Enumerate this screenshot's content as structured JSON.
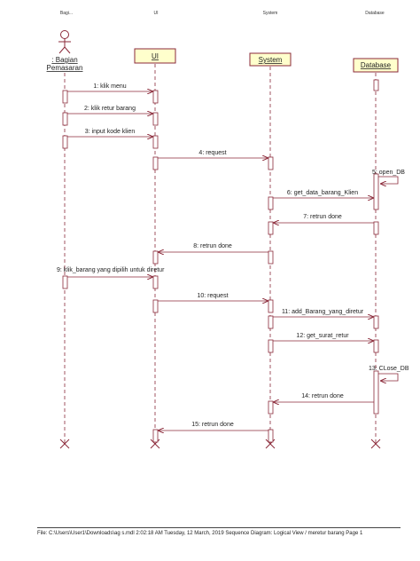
{
  "header_labels": [
    "Bagi...",
    "UI",
    "System",
    "Database"
  ],
  "participants": [
    {
      "id": "actor",
      "kind": "actor",
      "label_lines": [
        ": Bagian",
        "Pemasaran"
      ]
    },
    {
      "id": "ui",
      "kind": "boundary",
      "label": "UI"
    },
    {
      "id": "system",
      "kind": "control",
      "label": "System"
    },
    {
      "id": "database",
      "kind": "entity",
      "label": "Database"
    }
  ],
  "messages": [
    {
      "label": "1: klik menu",
      "from": "actor",
      "to": "ui"
    },
    {
      "label": "2: klik retur barang",
      "from": "actor",
      "to": "ui"
    },
    {
      "label": "3: input kode klien",
      "from": "actor",
      "to": "ui"
    },
    {
      "label": "4: request",
      "from": "ui",
      "to": "system"
    },
    {
      "label": "5: open_DB",
      "from": "database",
      "to": "database"
    },
    {
      "label": "6: get_data_barang_Klien",
      "from": "system",
      "to": "database"
    },
    {
      "label": "7: retrun done",
      "from": "database",
      "to": "system"
    },
    {
      "label": "8: retrun done",
      "from": "system",
      "to": "ui"
    },
    {
      "label": "9: klik_barang yang dipilih untuk diretur",
      "from": "actor",
      "to": "ui"
    },
    {
      "label": "10: request",
      "from": "ui",
      "to": "system"
    },
    {
      "label": "11: add_Barang_yang_diretur",
      "from": "system",
      "to": "database"
    },
    {
      "label": "12: get_surat_retur",
      "from": "system",
      "to": "database"
    },
    {
      "label": "13: CLose_DB",
      "from": "database",
      "to": "database"
    },
    {
      "label": "14: retrun done",
      "from": "database",
      "to": "system"
    },
    {
      "label": "15: retrun done",
      "from": "system",
      "to": "ui"
    }
  ],
  "footer": {
    "text": "File: C:\\Users\\User1\\Downloads\\ag s.mdl   2:02:18 AM Tuesday, 12 March, 2019   Sequence Diagram: Logical View / meretur barang  Page 1"
  },
  "colors": {
    "line": "#8b2a3a",
    "box_fill": "#ffffcc",
    "box_stroke": "#8b2a3a",
    "text": "#222222"
  }
}
